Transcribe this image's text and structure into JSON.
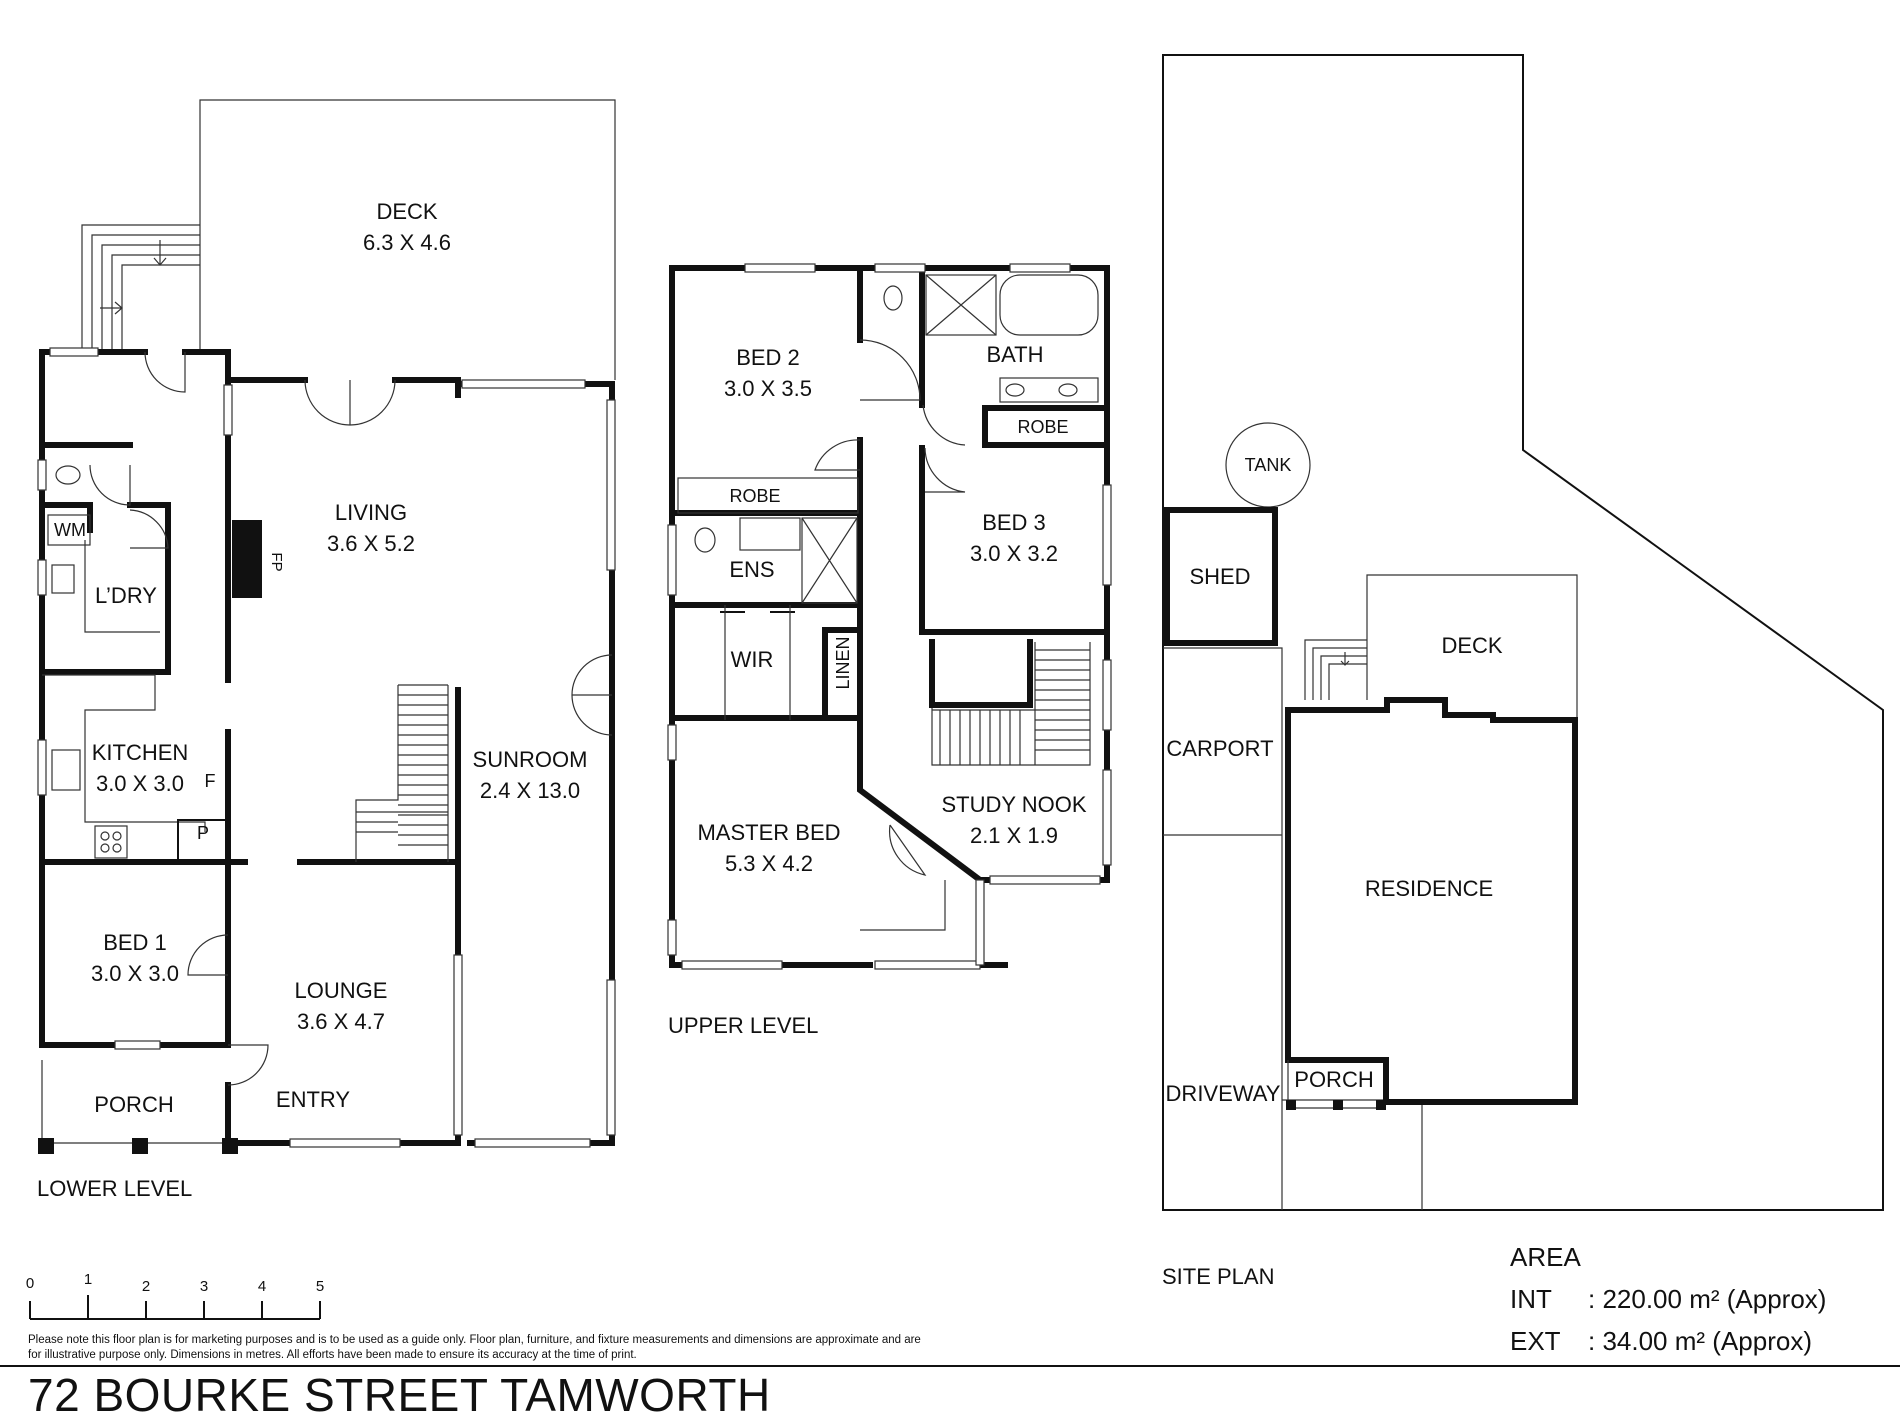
{
  "address": "72 BOURKE STREET TAMWORTH",
  "levels": {
    "lower": "LOWER LEVEL",
    "upper": "UPPER LEVEL",
    "site": "SITE PLAN"
  },
  "lower_rooms": {
    "deck": {
      "name": "DECK",
      "size": "6.3 X 4.6"
    },
    "living": {
      "name": "LIVING",
      "size": "3.6 X 5.2"
    },
    "fp": "FP",
    "wm": "WM",
    "laundry": "L’DRY",
    "kitchen": {
      "name": "KITCHEN",
      "size": "3.0 X 3.0"
    },
    "fridge": "F",
    "pantry": "P",
    "sunroom": {
      "name": "SUNROOM",
      "size": "2.4 X 13.0"
    },
    "bed1": {
      "name": "BED 1",
      "size": "3.0 X 3.0"
    },
    "lounge": {
      "name": "LOUNGE",
      "size": "3.6 X 4.7"
    },
    "porch": "PORCH",
    "entry": "ENTRY"
  },
  "upper_rooms": {
    "bed2": {
      "name": "BED 2",
      "size": "3.0 X 3.5"
    },
    "bath": "BATH",
    "robe_bed3": "ROBE",
    "robe_bed2": "ROBE",
    "bed3": {
      "name": "BED 3",
      "size": "3.0 X 3.2"
    },
    "ens": "ENS",
    "wir": "WIR",
    "linen": "LINEN",
    "master": {
      "name": "MASTER BED",
      "size": "5.3 X 4.2"
    },
    "study": {
      "name": "STUDY NOOK",
      "size": "2.1 X 1.9"
    }
  },
  "site": {
    "tank": "TANK",
    "shed": "SHED",
    "deck": "DECK",
    "carport": "CARPORT",
    "residence": "RESIDENCE",
    "driveway": "DRIVEWAY",
    "porch": "PORCH"
  },
  "area": {
    "heading": "AREA",
    "int_label": "INT",
    "int_value": ": 220.00 m² (Approx)",
    "ext_label": "EXT",
    "ext_value": ": 34.00 m² (Approx)"
  },
  "scale": {
    "ticks": [
      "0",
      "1",
      "2",
      "3",
      "4",
      "5"
    ]
  },
  "disclaimer": "Please note this floor plan is for marketing purposes and is to be used as a guide only. Floor plan, furniture, and fixture measurements and dimensions are approximate and are for illustrative purpose only. Dimensions in metres. All efforts have been made to ensure its accuracy at the time of print."
}
